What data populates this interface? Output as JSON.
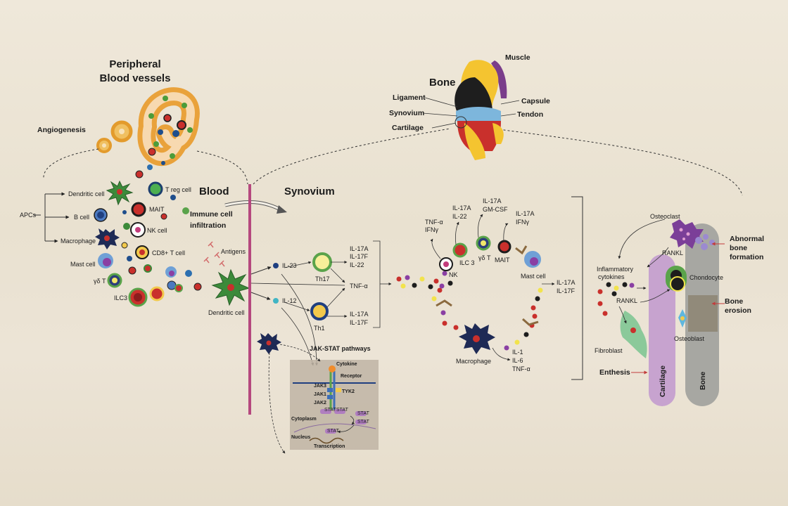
{
  "titles": {
    "peripheral_1": "Peripheral",
    "peripheral_2": "Blood vessels",
    "angiogenesis": "Angiogenesis",
    "blood": "Blood",
    "synovium": "Synovium",
    "immune_1": "Immune cell",
    "immune_2": "infiltration",
    "bone": "Bone",
    "muscle": "Muscle"
  },
  "joint_labels": {
    "ligament": "Ligament",
    "synovium": "Synovium",
    "cartilage": "Cartilage",
    "capsule": "Capsule",
    "tendon": "Tendon"
  },
  "blood_cells": {
    "apcs": "APCs",
    "dendritic": "Dendritic cell",
    "bcell": "B cell",
    "macrophage": "Macrophage",
    "mast": "Mast cell",
    "gdt": "γδ T",
    "ilc3": "ILC3",
    "treg": "T reg cell",
    "mait": "MAIT",
    "nk": "NK cell",
    "cd8": "CD8+ T cell",
    "antigens": "Antigens",
    "dc": "Dendritic cell"
  },
  "synovium": {
    "il23": "IL-23",
    "il12": "IL-12",
    "th17": "Th17",
    "th1": "Th1",
    "th17_out": [
      "IL-17A",
      "IL-17F",
      "IL-22"
    ],
    "th1_out": [
      "IL-17A",
      "IL-17F"
    ],
    "tnfa": "TNF-α",
    "nk_out": [
      "TNF-α",
      "IFNγ"
    ],
    "ilc3_out": [
      "IL-17A",
      "IL-22"
    ],
    "gdt_out": [
      "IL-17A",
      "GM-CSF"
    ],
    "mait_out": [
      "IL-17A",
      "IFNγ"
    ],
    "nk": "NK",
    "ilc3": "ILC 3",
    "gdt": "γδ T",
    "mait": "MAIT",
    "mast": "Mast cell",
    "mast_out": [
      "IL-17A",
      "IL-17F"
    ],
    "macrophage": "Macrophage",
    "mac_out": [
      "IL-1",
      "IL-6",
      "TNF-α"
    ]
  },
  "jak": {
    "title": "JAK-STAT pathways",
    "cytokine": "Cytokine",
    "receptor": "Receptor",
    "jak3": "JAK3",
    "jak1": "JAK1",
    "jak2": "JAK2",
    "tyk2": "TYK2",
    "stat": "STAT",
    "cytoplasm": "Cytoplasm",
    "nucleus": "Nucleus",
    "transcription": "Transcription"
  },
  "bone_area": {
    "osteoclast": "Osteoclast",
    "rankl1": "RANKL",
    "inflam_1": "Inflammatory",
    "inflam_2": "cytokines",
    "rankl2": "RANKL",
    "chondocyte": "Chondocyte",
    "abnormal_1": "Abnormal",
    "abnormal_2": "bone",
    "abnormal_3": "formation",
    "erosion_1": "Bone",
    "erosion_2": "erosion",
    "osteoblast": "Osteoblast",
    "fibroblast": "Fibroblast",
    "enthesis": "Enthesis",
    "cartilage": "Cartilage",
    "bone": "Bone"
  },
  "colors": {
    "background": "#ece4d5",
    "vessel": "#e9a23b",
    "magenta_line": "#b5487e",
    "cartilage_bar": "#c7a3cf",
    "bone_bar": "#a7a7a2"
  }
}
